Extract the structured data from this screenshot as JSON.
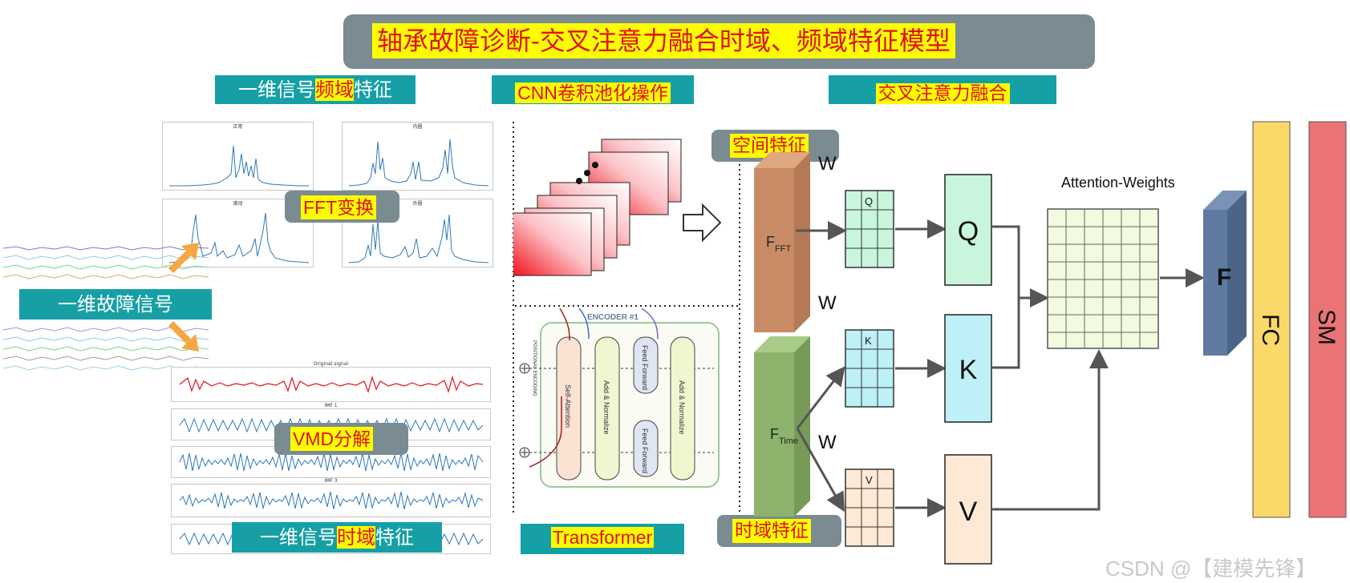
{
  "title": "轴承故障诊断-交叉注意力融合时域、频域特征模型",
  "sections": {
    "freq_prefix": "一维信号",
    "freq_highlight": "频域",
    "freq_suffix": "特征",
    "cnn": "CNN卷积池化操作",
    "cross_attention": "交叉注意力融合",
    "fault_signal": "一维故障信号",
    "fft": "FFT变换",
    "vmd": "VMD分解",
    "time_prefix": "一维信号",
    "time_highlight": "时域",
    "time_suffix": "特征",
    "transformer": "Transformer",
    "spatial": "空间特征",
    "temporal": "时域特征"
  },
  "fft_plots": [
    {
      "title": "正常"
    },
    {
      "title": "内圈"
    },
    {
      "title": "滚动"
    },
    {
      "title": "外圈"
    }
  ],
  "vmd_plots": [
    {
      "title": "Original signal"
    },
    {
      "title": "IMF 1"
    },
    {
      "title": "IMF 2"
    },
    {
      "title": "IMF 3"
    },
    {
      "title": ""
    }
  ],
  "encoder": {
    "label": "ENCODER #1",
    "positional": "POSITIONAL ENCODING",
    "self_attention": "Self-Attention",
    "add_norm_1": "Add & Normalize",
    "feed_forward_1": "Feed Forward",
    "feed_forward_2": "Feed Forward",
    "add_norm_2": "Add & Normalize"
  },
  "model": {
    "f_fft": "F",
    "f_fft_sub": "FFT",
    "f_time": "F",
    "f_time_sub": "Time",
    "w": "W",
    "wq": "Q",
    "wk": "K",
    "wv": "V",
    "q": "Q",
    "k": "K",
    "v": "V",
    "attention_label": "Attention-Weights",
    "f": "F",
    "fc": "FC",
    "sm": "SM"
  },
  "colors": {
    "title_bg": "#7b8b92",
    "highlight": "#fdfd00",
    "highlight_text": "#e0121b",
    "teal": "#16a0a6",
    "f_fft": "#c98b66",
    "f_time": "#8db36c",
    "wq_grid": "#c8f5dc",
    "wk_grid": "#bdf0f7",
    "wv_grid": "#fde9d6",
    "q_box": "#c8f5dc",
    "k_box": "#bdf0f7",
    "v_box": "#fde9d6",
    "attention_grid": "#f2fadf",
    "f_box": "#5f7aa0",
    "fc": "#fbd86a",
    "sm": "#ea7474"
  },
  "watermark": "CSDN @【建模先锋】"
}
